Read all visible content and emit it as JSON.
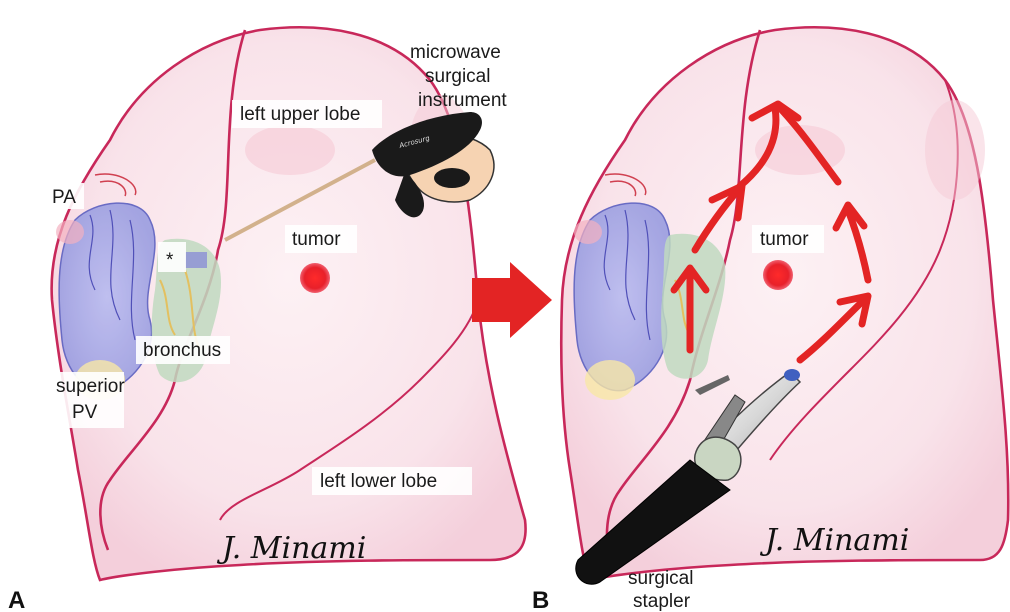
{
  "panels": [
    {
      "letter": "A",
      "labels": {
        "instrument": [
          "microwave",
          "surgical",
          "instrument"
        ],
        "upper_lobe": "left upper lobe",
        "pa": "PA",
        "tumor": "tumor",
        "asterisk": "*",
        "bronchus": "bronchus",
        "superior_pv": [
          "superior",
          "PV"
        ],
        "lower_lobe": "left lower lobe"
      },
      "instrument_brand": "Acrosurg",
      "signature": "J. Minami"
    },
    {
      "letter": "B",
      "labels": {
        "tumor": "tumor",
        "stapler": [
          "surgical",
          "stapler"
        ]
      },
      "signature": "J. Minami"
    }
  ],
  "colors": {
    "lung_outline": "#c8285a",
    "lung_fill": "#fbe6ec",
    "tumor": "#e8202a",
    "arrow": "#e32424",
    "vessel_blue": "#8b8fd6",
    "bronchus_green": "#bfd9bf",
    "instrument_body": "#1a1a1a",
    "stapler_body": "#111111"
  },
  "icons": [
    "transition-arrow",
    "microwave-instrument-icon",
    "surgical-stapler-icon",
    "hand-icon"
  ]
}
